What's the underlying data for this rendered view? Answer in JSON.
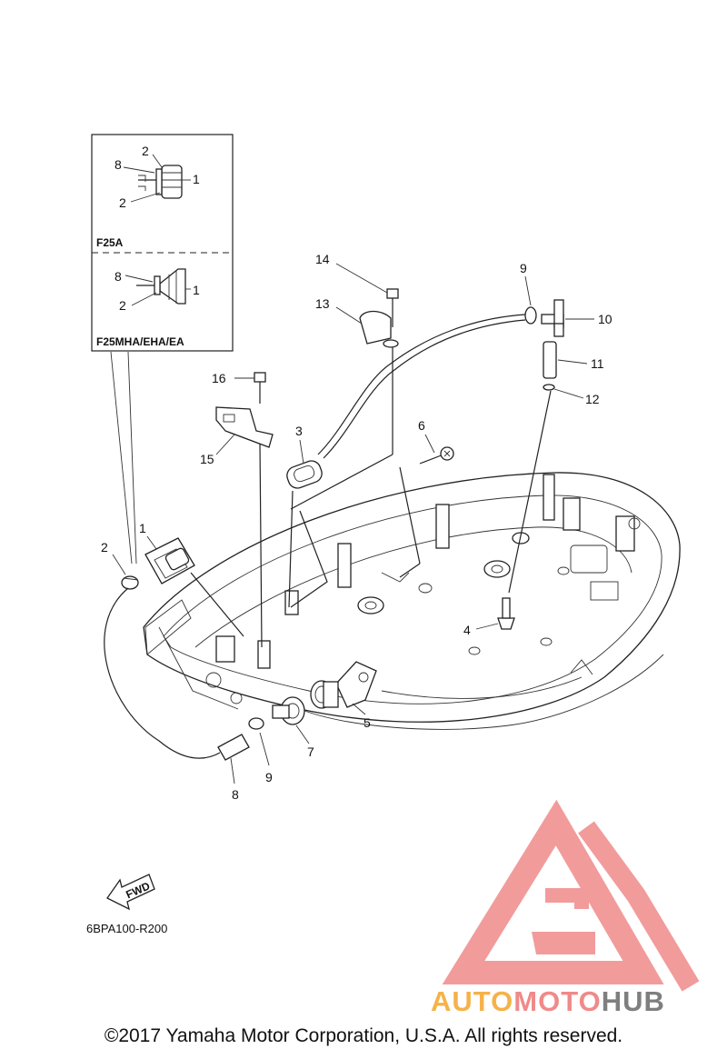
{
  "diagram": {
    "drawing_code": "6BPA100-R200",
    "fwd_arrow_label": "FWD",
    "inset": {
      "upper_label": "F25A",
      "lower_label": "F25MHA/EHA/EA",
      "upper_callouts": [
        "8",
        "2",
        "1",
        "2"
      ],
      "lower_callouts": [
        "8",
        "1",
        "2"
      ]
    },
    "callouts": [
      "1",
      "2",
      "3",
      "4",
      "5",
      "6",
      "7",
      "8",
      "9",
      "9",
      "10",
      "11",
      "12",
      "13",
      "14",
      "15",
      "16"
    ]
  },
  "watermark": {
    "part1": "AUTO",
    "part2": "MOTO",
    "part3": "HUB",
    "colors": {
      "logo": "#f08a8a",
      "auto": "#f5b24a",
      "moto": "#f08a8a",
      "hub": "#7f7f7f"
    }
  },
  "copyright": "©2017 Yamaha Motor Corporation, U.S.A. All rights reserved."
}
